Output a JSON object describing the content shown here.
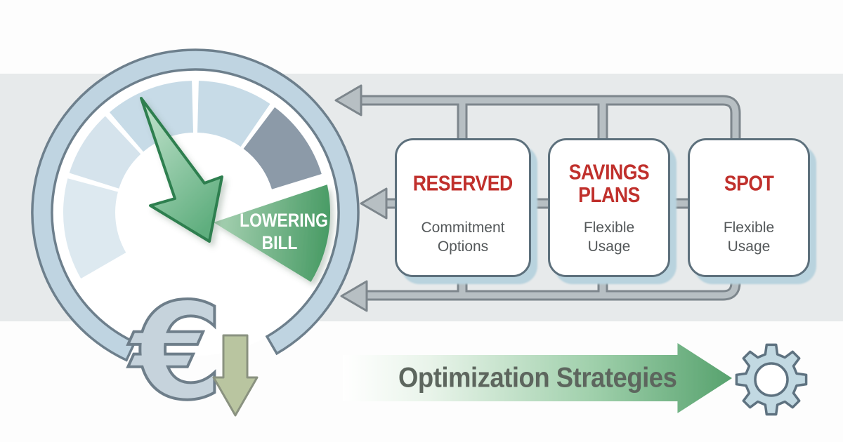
{
  "diagram": {
    "gauge": {
      "wedge_label_lines": [
        "LOWERING",
        "BILL"
      ],
      "currency_symbol": "€",
      "needle_icon": "green-down-trend-needle",
      "euro_arrow_icon": "euro-falling-arrow"
    },
    "cards": [
      {
        "title": "RESERVED",
        "subtitle": "Commitment Options"
      },
      {
        "title": "SAVINGS PLANS",
        "subtitle": "Flexible Usage"
      },
      {
        "title": "SPOT",
        "subtitle": "Flexible Usage"
      }
    ],
    "flow": {
      "arrow_icons": [
        "flow-arrow-left-top",
        "flow-arrow-left-middle",
        "flow-arrow-left-bottom"
      ]
    },
    "footer": {
      "label": "Optimization Strategies",
      "icon": "gear-icon"
    },
    "colors": {
      "band_gray": "#e7eaeb",
      "title_red": "#c0302c",
      "subtitle_gray": "#54585a",
      "footer_text": "#5d665e",
      "pipe_fill": "#b7bfc3",
      "pipe_outline": "#7d868c",
      "ring_blue": "#bfd4e1",
      "ring_outline": "#6d7f8c",
      "slate_segment": "#8c9aa8",
      "wedge_green": "#4a9c66",
      "needle_green": "#5fae7e",
      "euro_blue": "#c6d3dc",
      "olive_arrow": "#b9c5a0",
      "gear_blue": "#c2d9e2"
    }
  }
}
